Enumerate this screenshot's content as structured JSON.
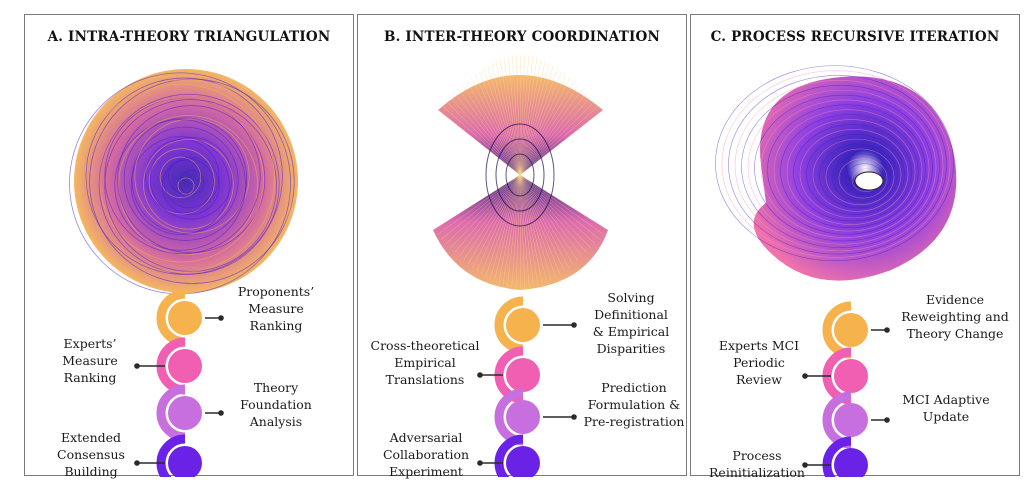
{
  "panels": [
    {
      "title": "A. INTRA-THEORY TRIANGULATION",
      "steps": [
        {
          "label": "Proponents’\nMeasure\nRanking",
          "color": "#f6b24c"
        },
        {
          "label": "Experts’\nMeasure\nRanking",
          "color": "#f15fb3"
        },
        {
          "label": "Theory\nFoundation\nAnalysis",
          "color": "#c86fe0"
        },
        {
          "label": "Extended\nConsensus\nBuilding",
          "color": "#6a22e6"
        }
      ]
    },
    {
      "title": "B. INTER-THEORY COORDINATION",
      "steps": [
        {
          "label": "Solving Definitional\n& Empirical\nDisparities",
          "color": "#f6b24c"
        },
        {
          "label": "Cross-theoretical\nEmpirical\nTranslations",
          "color": "#f15fb3"
        },
        {
          "label": "Prediction\nFormulation &\nPre-registration",
          "color": "#c86fe0"
        },
        {
          "label": "Adversarial\nCollaboration\nExperiment",
          "color": "#6a22e6"
        }
      ]
    },
    {
      "title": "C. PROCESS RECURSIVE ITERATION",
      "steps": [
        {
          "label": "Evidence\nReweighting and\nTheory Change",
          "color": "#f6b24c"
        },
        {
          "label": "Experts MCI\nPeriodic\nReview",
          "color": "#f15fb3"
        },
        {
          "label": "MCI Adaptive\nUpdate",
          "color": "#c86fe0"
        },
        {
          "label": "Process\nReinitialization",
          "color": "#6a22e6"
        }
      ]
    }
  ],
  "palette": {
    "gold": "#f6b24c",
    "pink": "#f15fb3",
    "violet": "#c86fe0",
    "indigo": "#4b12d6"
  }
}
